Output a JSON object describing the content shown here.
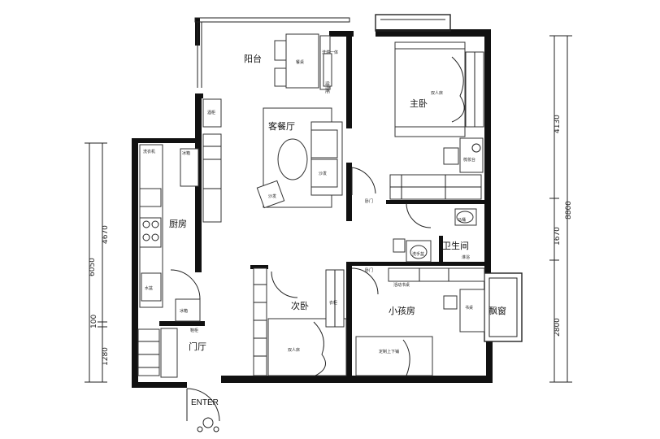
{
  "rooms": {
    "balcony": "阳台",
    "living_dining": "客餐厅",
    "master_bedroom": "主卧",
    "kitchen": "厨房",
    "bathroom": "卫生间",
    "second_bedroom": "次卧",
    "kids_room": "小孩房",
    "bay_window": "飘窗",
    "entrance_hall": "门厅"
  },
  "furniture": {
    "dining_table": "餐桌",
    "washer_dryer": "洗烘一体",
    "storage_cabinet": "储物柜",
    "sofa": "沙发",
    "lounge_chair": "沙发",
    "double_bed_master": "双人床",
    "closet_master": "衣柜",
    "dressing_table": "梳妆台",
    "washing_machine": "洗衣机",
    "freezer": "冰箱",
    "wine_cabinet": "酒柜",
    "sink": "水盆",
    "fridge": "冰箱",
    "shoe_cabinet": "鞋柜",
    "toilet": "马桶",
    "wash_basin": "洗手盆",
    "shower": "淋浴",
    "movable_bookshelf": "活动书桌",
    "desk": "书桌",
    "custom_bunk_bed": "定制上下铺",
    "double_bed_second": "双人床",
    "closet_second": "衣柜",
    "door_master": "卧门",
    "door_kids": "卧门",
    "entrance_door": "入户门"
  },
  "dimensions": {
    "left_outer": "6050",
    "left_upper": "4670",
    "left_mid": "100",
    "left_lower": "1280",
    "right_outer": "8800",
    "right_upper": "4130",
    "right_mid": "1670",
    "right_lower": "2800"
  },
  "entry": {
    "label": "ENTER"
  }
}
